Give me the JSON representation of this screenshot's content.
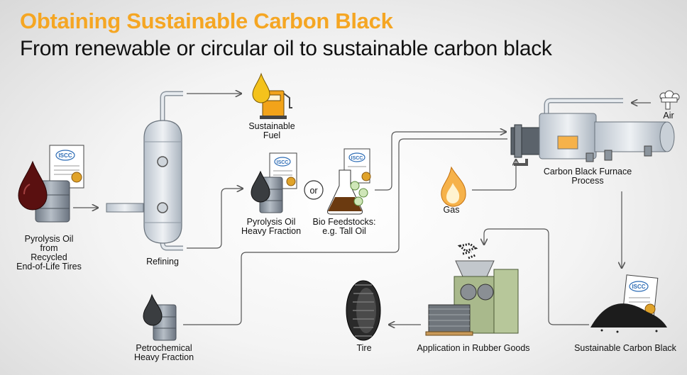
{
  "title": "Obtaining Sustainable Carbon Black",
  "subtitle": "From renewable or circular oil to sustainable carbon black",
  "labels": {
    "pyrolysis_oil": "Pyrolysis Oil\nfrom\nRecycled\nEnd-of-Life Tires",
    "refining": "Refining",
    "sustainable_fuel": "Sustainable\nFuel",
    "pyrolysis_heavy": "Pyrolysis Oil\nHeavy Fraction",
    "or": "or",
    "bio_feedstocks": "Bio Feedstocks:\ne.g. Tall Oil",
    "gas": "Gas",
    "air": "Air",
    "furnace": "Carbon Black Furnace\nProcess",
    "petrochemical": "Petrochemical\nHeavy Fraction",
    "tire": "Tire",
    "rubber_goods": "Application in Rubber Goods",
    "sustainable_carbon_black": "Sustainable Carbon Black"
  },
  "cert_text": "ISCC",
  "colors": {
    "accent": "#f5a623",
    "oil": "#5a1010",
    "arrow": "#555555"
  }
}
